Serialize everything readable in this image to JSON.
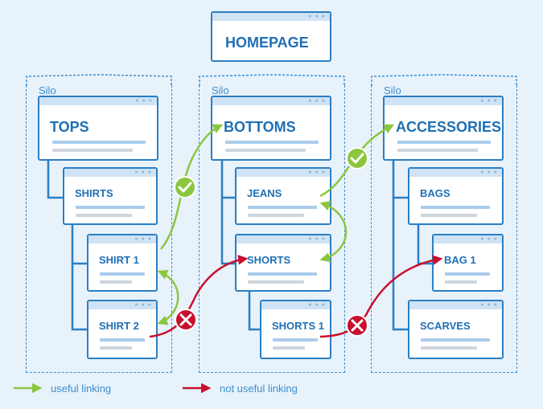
{
  "homepage": {
    "label": "HOMEPAGE"
  },
  "silos": [
    {
      "label": "Silo"
    },
    {
      "label": "Silo"
    },
    {
      "label": "Silo"
    }
  ],
  "cards": {
    "tops": "TOPS",
    "shirts": "SHIRTS",
    "shirt1": "SHIRT 1",
    "shirt2": "SHIRT 2",
    "bottoms": "BOTTOMS",
    "jeans": "JEANS",
    "shorts": "SHORTS",
    "shorts1": "SHORTS 1",
    "accessories": "ACCESSORIES",
    "bags": "BAGS",
    "bag1": "BAG 1",
    "scarves": "SCARVES"
  },
  "legend": {
    "useful": "useful linking",
    "not_useful": "not useful linking"
  },
  "colors": {
    "useful": "#8cc63f",
    "not_useful": "#c8102e",
    "card_border": "#2a7fc4",
    "silo_border": "#3b8fd0"
  },
  "icons": {
    "useful_marker": "check-circle-icon",
    "not_useful_marker": "x-circle-icon"
  }
}
